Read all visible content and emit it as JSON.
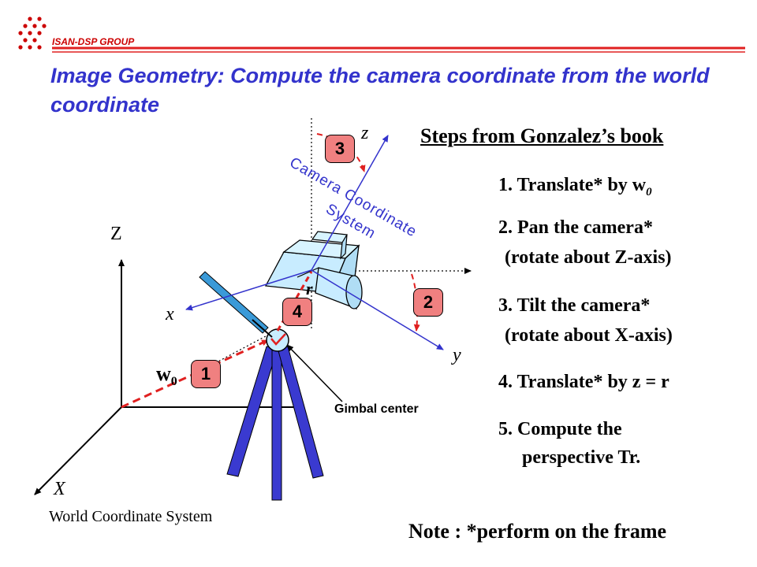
{
  "header": {
    "logo_text": "ISAN-DSP GROUP",
    "title": "Image Geometry: Compute the camera coordinate from the world coordinate"
  },
  "diagram": {
    "world_axis_z": "Z",
    "world_axis_x": "X",
    "world_label": "World Coordinate System",
    "camera_axis_z": "z",
    "camera_axis_x": "x",
    "camera_axis_y": "y",
    "camera_label_line1": "Camera Coordinate",
    "camera_label_line2": "System",
    "gimbal_label": "Gimbal center",
    "w0_label": "w",
    "w0_sub": "0",
    "r_label": "r",
    "badges": [
      "1",
      "2",
      "3",
      "4"
    ],
    "colors": {
      "title": "#3333cc",
      "axis_blue": "#3333cc",
      "dashed_red": "#e02020",
      "badge_fill": "#f08080",
      "camera_fill": "#c8ecff",
      "tripod_fill": "#3a3ad0"
    }
  },
  "steps": {
    "heading": "Steps from Gonzalez’s book",
    "step1_text": "1. Translate* by w",
    "step1_sub": "0",
    "step2_line1": "2. Pan the camera*",
    "step2_line2": "(rotate about Z-axis)",
    "step3_line1": "3. Tilt the camera*",
    "step3_line2": "(rotate about X-axis)",
    "step4": "4. Translate* by z = r",
    "step5_line1": "5. Compute the",
    "step5_line2": "perspective Tr."
  },
  "note": "Note : *perform on the frame"
}
